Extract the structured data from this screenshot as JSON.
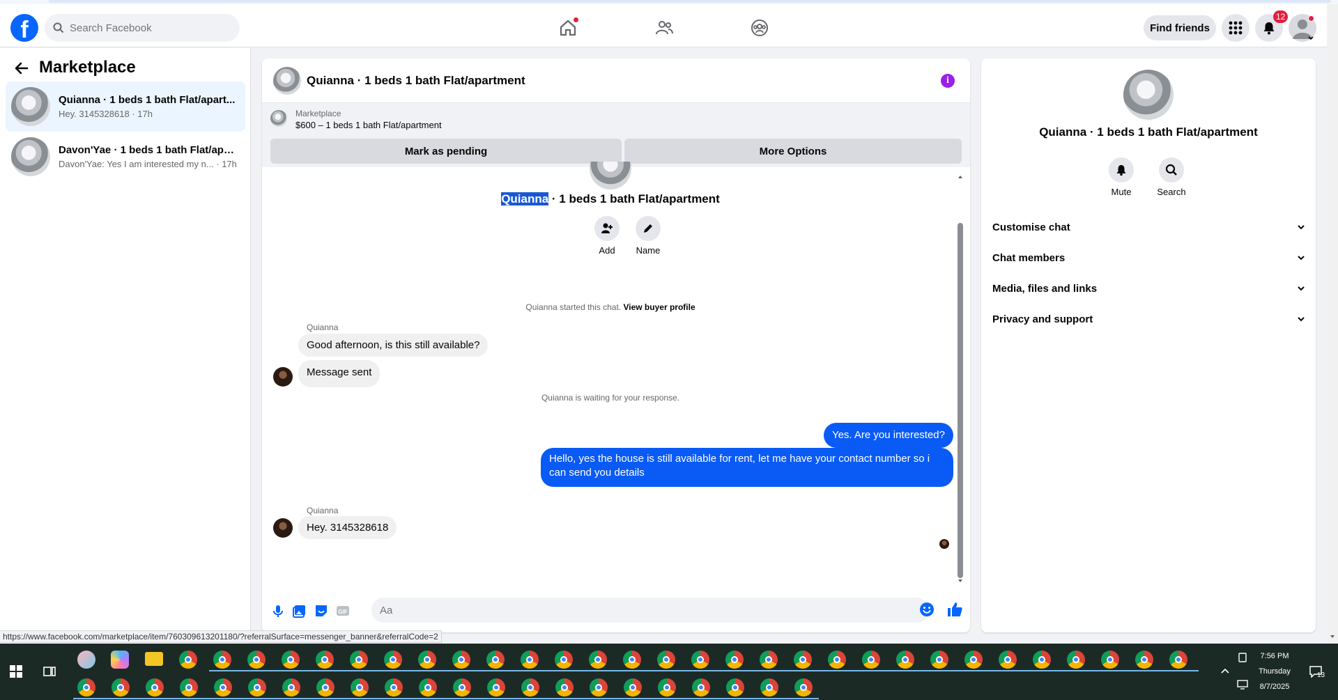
{
  "header": {
    "search_placeholder": "Search Facebook",
    "find_friends": "Find friends",
    "notification_count": "12"
  },
  "sidebar": {
    "title": "Marketplace",
    "conversations": [
      {
        "name": "Quianna · 1 beds 1 bath Flat/apart...",
        "sub": "Hey. 3145328618 · 17h"
      },
      {
        "name": "Davon'Yae · 1 beds 1 bath Flat/apar...",
        "sub": "Davon'Yae: Yes I am interested my n... · 17h"
      }
    ]
  },
  "chat": {
    "title": "Quianna · 1 beds 1 bath Flat/apartment",
    "marketplace_label": "Marketplace",
    "listing": "$600 – 1 beds 1 bath Flat/apartment",
    "mark_pending": "Mark as pending",
    "more_options": "More Options",
    "intro_name_highlight": "Quianna",
    "intro_name_rest": " · 1 beds 1 bath Flat/apartment",
    "add_label": "Add",
    "name_label": "Name",
    "started_text": "Quianna started this chat. ",
    "view_buyer_profile": "View buyer profile",
    "sender1": "Quianna",
    "msg1": "Good afternoon, is this still available?",
    "msg2": "Message sent",
    "waiting_text": "Quianna is waiting for your response.",
    "out1": "Yes. Are you interested?",
    "out2": "Hello, yes the house is still available for rent, let me have your contact number so i can send you details",
    "sender2": "Quianna",
    "msg3": "Hey. 3145328618",
    "composer_placeholder": "Aa"
  },
  "right_panel": {
    "name": "Quianna · 1 beds 1 bath Flat/apartment",
    "mute": "Mute",
    "search": "Search",
    "rows": [
      "Customise chat",
      "Chat members",
      "Media, files and links",
      "Privacy and support"
    ]
  },
  "status_url": "https://www.facebook.com/marketplace/item/760309613201180/?referralSurface=messenger_banner&referralCode=2",
  "taskbar": {
    "time": "7:56 PM",
    "day": "Thursday",
    "date": "8/7/2025",
    "notif_count": "13"
  },
  "colors": {
    "brand": "#0866ff",
    "outgoing_bubble": "#0a5bf5",
    "info_icon": "#9b1fe8",
    "badge": "#e41e3f"
  }
}
